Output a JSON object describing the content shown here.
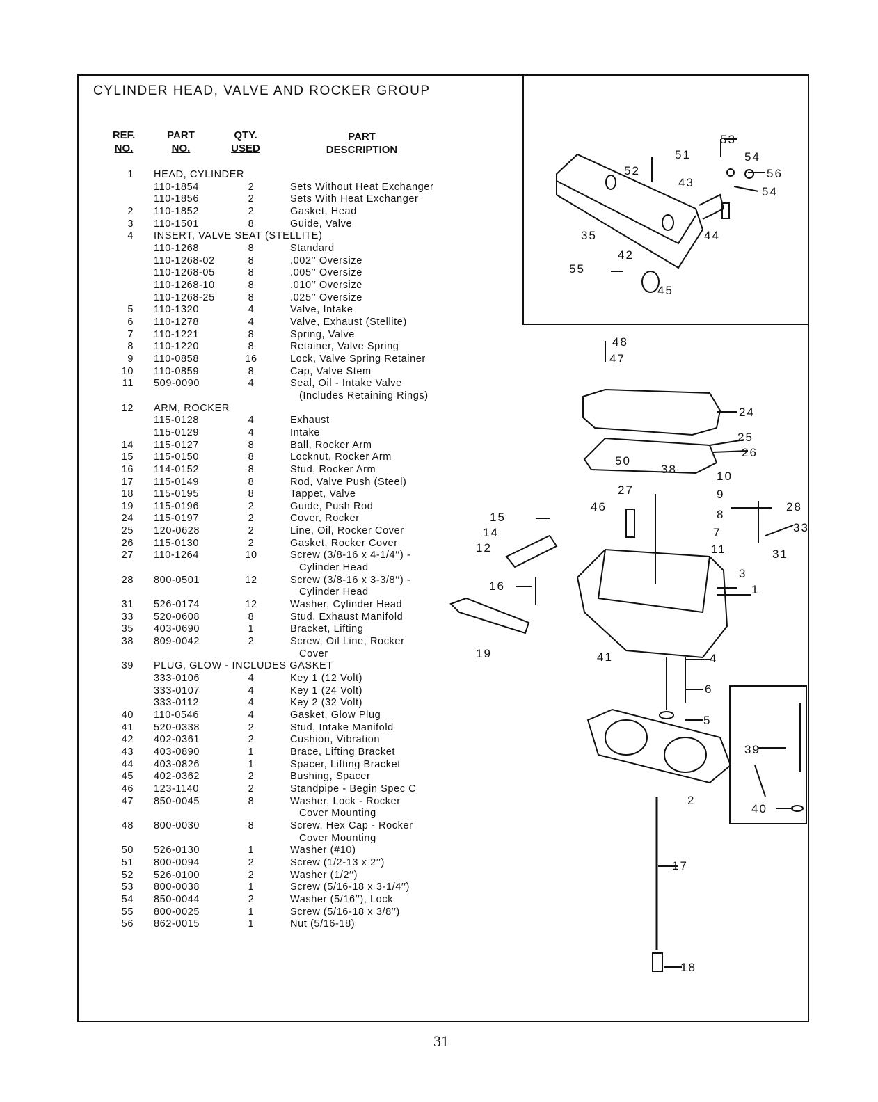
{
  "title": "CYLINDER HEAD, VALVE AND ROCKER GROUP",
  "headers": {
    "ref": [
      "REF.",
      "NO."
    ],
    "part": [
      "PART",
      "NO."
    ],
    "qty": [
      "QTY.",
      "USED"
    ],
    "desc": [
      "PART",
      "DESCRIPTION"
    ]
  },
  "rows": [
    {
      "ref": "1",
      "part": "",
      "qty": "",
      "desc": "HEAD, CYLINDER",
      "group": true
    },
    {
      "ref": "",
      "part": "110-1854",
      "qty": "2",
      "desc": "Sets Without Heat Exchanger"
    },
    {
      "ref": "",
      "part": "110-1856",
      "qty": "2",
      "desc": "Sets With Heat Exchanger"
    },
    {
      "ref": "2",
      "part": "110-1852",
      "qty": "2",
      "desc": "Gasket, Head"
    },
    {
      "ref": "3",
      "part": "110-1501",
      "qty": "8",
      "desc": "Guide, Valve"
    },
    {
      "ref": "4",
      "part": "",
      "qty": "",
      "desc": "INSERT, VALVE SEAT (STELLITE)",
      "group": true
    },
    {
      "ref": "",
      "part": "110-1268",
      "qty": "8",
      "desc": "Standard"
    },
    {
      "ref": "",
      "part": "110-1268-02",
      "qty": "8",
      "desc": ".002′′ Oversize"
    },
    {
      "ref": "",
      "part": "110-1268-05",
      "qty": "8",
      "desc": ".005′′ Oversize"
    },
    {
      "ref": "",
      "part": "110-1268-10",
      "qty": "8",
      "desc": ".010′′ Oversize"
    },
    {
      "ref": "",
      "part": "110-1268-25",
      "qty": "8",
      "desc": ".025′′ Oversize"
    },
    {
      "ref": "5",
      "part": "110-1320",
      "qty": "4",
      "desc": "Valve, Intake"
    },
    {
      "ref": "6",
      "part": "110-1278",
      "qty": "4",
      "desc": "Valve, Exhaust (Stellite)"
    },
    {
      "ref": "7",
      "part": "110-1221",
      "qty": "8",
      "desc": "Spring, Valve"
    },
    {
      "ref": "8",
      "part": "110-1220",
      "qty": "8",
      "desc": "Retainer, Valve Spring"
    },
    {
      "ref": "9",
      "part": "110-0858",
      "qty": "16",
      "desc": "Lock, Valve Spring Retainer"
    },
    {
      "ref": "10",
      "part": "110-0859",
      "qty": "8",
      "desc": "Cap, Valve Stem"
    },
    {
      "ref": "11",
      "part": "509-0090",
      "qty": "4",
      "desc": "Seal, Oil - Intake Valve"
    },
    {
      "ref": "",
      "part": "",
      "qty": "",
      "desc": "(Includes Retaining Rings)",
      "indent": true
    },
    {
      "ref": "12",
      "part": "",
      "qty": "",
      "desc": "ARM, ROCKER",
      "group": true
    },
    {
      "ref": "",
      "part": "115-0128",
      "qty": "4",
      "desc": "Exhaust"
    },
    {
      "ref": "",
      "part": "115-0129",
      "qty": "4",
      "desc": "Intake"
    },
    {
      "ref": "14",
      "part": "115-0127",
      "qty": "8",
      "desc": "Ball, Rocker Arm"
    },
    {
      "ref": "15",
      "part": "115-0150",
      "qty": "8",
      "desc": "Locknut, Rocker Arm"
    },
    {
      "ref": "16",
      "part": "114-0152",
      "qty": "8",
      "desc": "Stud, Rocker Arm"
    },
    {
      "ref": "17",
      "part": "115-0149",
      "qty": "8",
      "desc": "Rod, Valve Push (Steel)"
    },
    {
      "ref": "18",
      "part": "115-0195",
      "qty": "8",
      "desc": "Tappet, Valve"
    },
    {
      "ref": "19",
      "part": "115-0196",
      "qty": "2",
      "desc": "Guide, Push Rod"
    },
    {
      "ref": "24",
      "part": "115-0197",
      "qty": "2",
      "desc": "Cover, Rocker"
    },
    {
      "ref": "25",
      "part": "120-0628",
      "qty": "2",
      "desc": "Line, Oil, Rocker Cover"
    },
    {
      "ref": "26",
      "part": "115-0130",
      "qty": "2",
      "desc": "Gasket, Rocker Cover"
    },
    {
      "ref": "27",
      "part": "110-1264",
      "qty": "10",
      "desc": "Screw (3/8-16 x 4-1/4′′) -"
    },
    {
      "ref": "",
      "part": "",
      "qty": "",
      "desc": "Cylinder Head",
      "indent": true
    },
    {
      "ref": "28",
      "part": "800-0501",
      "qty": "12",
      "desc": "Screw (3/8-16 x 3-3/8′′) -"
    },
    {
      "ref": "",
      "part": "",
      "qty": "",
      "desc": "Cylinder Head",
      "indent": true
    },
    {
      "ref": "31",
      "part": "526-0174",
      "qty": "12",
      "desc": "Washer, Cylinder Head"
    },
    {
      "ref": "33",
      "part": "520-0608",
      "qty": "8",
      "desc": "Stud, Exhaust Manifold"
    },
    {
      "ref": "35",
      "part": "403-0690",
      "qty": "1",
      "desc": "Bracket, Lifting"
    },
    {
      "ref": "38",
      "part": "809-0042",
      "qty": "2",
      "desc": "Screw, Oil Line, Rocker"
    },
    {
      "ref": "",
      "part": "",
      "qty": "",
      "desc": "Cover",
      "indent": true
    },
    {
      "ref": "39",
      "part": "",
      "qty": "",
      "desc": "PLUG, GLOW - INCLUDES GASKET",
      "group": true
    },
    {
      "ref": "",
      "part": "333-0106",
      "qty": "4",
      "desc": "Key 1 (12 Volt)"
    },
    {
      "ref": "",
      "part": "333-0107",
      "qty": "4",
      "desc": "Key 1 (24 Volt)"
    },
    {
      "ref": "",
      "part": "333-0112",
      "qty": "4",
      "desc": "Key 2 (32 Volt)"
    },
    {
      "ref": "40",
      "part": "110-0546",
      "qty": "4",
      "desc": "Gasket, Glow Plug"
    },
    {
      "ref": "41",
      "part": "520-0338",
      "qty": "2",
      "desc": "Stud, Intake Manifold"
    },
    {
      "ref": "42",
      "part": "402-0361",
      "qty": "2",
      "desc": "Cushion, Vibration"
    },
    {
      "ref": "43",
      "part": "403-0890",
      "qty": "1",
      "desc": "Brace, Lifting Bracket"
    },
    {
      "ref": "44",
      "part": "403-0826",
      "qty": "1",
      "desc": "Spacer, Lifting Bracket"
    },
    {
      "ref": "45",
      "part": "402-0362",
      "qty": "2",
      "desc": "Bushing, Spacer"
    },
    {
      "ref": "46",
      "part": "123-1140",
      "qty": "2",
      "desc": "Standpipe - Begin Spec C"
    },
    {
      "ref": "47",
      "part": "850-0045",
      "qty": "8",
      "desc": "Washer, Lock - Rocker"
    },
    {
      "ref": "",
      "part": "",
      "qty": "",
      "desc": "Cover Mounting",
      "indent": true
    },
    {
      "ref": "48",
      "part": "800-0030",
      "qty": "8",
      "desc": "Screw, Hex Cap - Rocker"
    },
    {
      "ref": "",
      "part": "",
      "qty": "",
      "desc": "Cover Mounting",
      "indent": true
    },
    {
      "ref": "50",
      "part": "526-0130",
      "qty": "1",
      "desc": "Washer (#10)"
    },
    {
      "ref": "51",
      "part": "800-0094",
      "qty": "2",
      "desc": "Screw (1/2-13 x 2′′)"
    },
    {
      "ref": "52",
      "part": "526-0100",
      "qty": "2",
      "desc": "Washer (1/2′′)"
    },
    {
      "ref": "53",
      "part": "800-0038",
      "qty": "1",
      "desc": "Screw (5/16-18 x 3-1/4′′)"
    },
    {
      "ref": "54",
      "part": "850-0044",
      "qty": "2",
      "desc": "Washer (5/16′′), Lock"
    },
    {
      "ref": "55",
      "part": "800-0025",
      "qty": "1",
      "desc": "Screw (5/16-18 x 3/8′′)"
    },
    {
      "ref": "56",
      "part": "862-0015",
      "qty": "1",
      "desc": "Nut (5/16-18)"
    }
  ],
  "callouts": [
    "53",
    "54",
    "56",
    "54",
    "51",
    "52",
    "43",
    "35",
    "44",
    "42",
    "55",
    "45",
    "48",
    "47",
    "24",
    "25",
    "26",
    "50",
    "38",
    "10",
    "9",
    "27",
    "46",
    "28",
    "15",
    "8",
    "33",
    "14",
    "7",
    "12",
    "11",
    "31",
    "3",
    "16",
    "1",
    "19",
    "41",
    "4",
    "6",
    "5",
    "39",
    "2",
    "40",
    "17",
    "18"
  ],
  "page_number": "31"
}
